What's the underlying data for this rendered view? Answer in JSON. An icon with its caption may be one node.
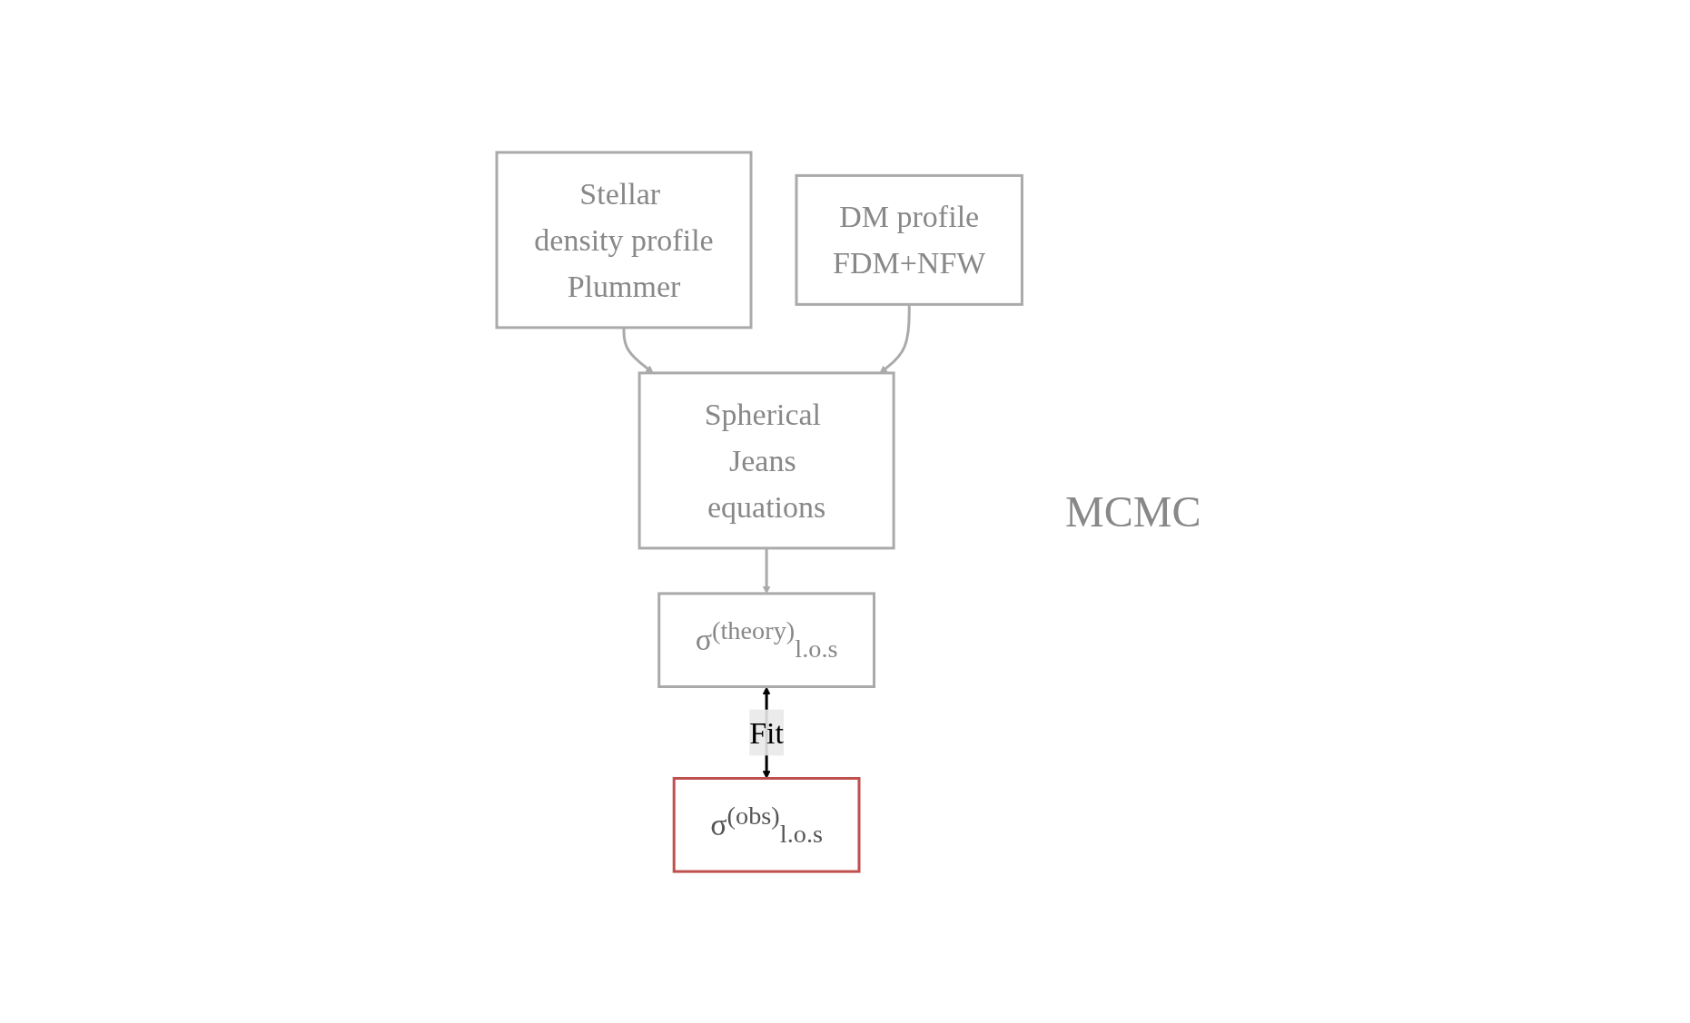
{
  "diagram": {
    "nodes": [
      {
        "text": [
          "Stellar density profile",
          "Plummer"
        ]
      },
      {
        "text": [
          "DM profile",
          "FDM+NFW"
        ]
      },
      {
        "text": [
          "Spherical Jeans equations"
        ]
      },
      {
        "text": [
          "σ$^{(theory)}$$_{l.o.s}$"
        ]
      },
      {
        "text": [
          "σ$^{(obs)}$$_{l.o.s}$"
        ]
      }
    ],
    "edges": [
      {
        "from": 0,
        "to": 2,
        "arrow": "to"
      },
      {
        "from": 1,
        "to": 2,
        "arrow": "to"
      },
      {
        "from": 2,
        "to": 3,
        "arrow": "to"
      },
      {
        "from": 3,
        "to": 4,
        "arrow": "both",
        "label": "Fit",
        "color": "#000000"
      }
    ],
    "labels": [
      "MCMC"
    ]
  }
}
